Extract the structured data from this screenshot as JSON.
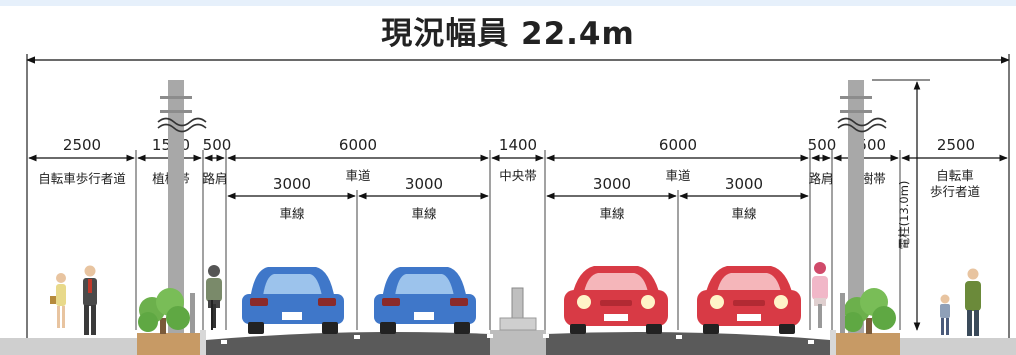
{
  "title": "現況幅員 22.4m",
  "dimensions": {
    "sidewalk_left": "2500",
    "planting_left": "1500",
    "shoulder_left": "500",
    "carriageway_left": "6000",
    "median": "1400",
    "carriageway_right": "6000",
    "shoulder_right": "500",
    "planting_right": "1500",
    "sidewalk_right": "2500",
    "lane_1": "3000",
    "lane_2": "3000",
    "lane_3": "3000",
    "lane_4": "3000"
  },
  "labels": {
    "sidewalk_left": "自転車歩行者道",
    "planting_left": "植樹帯",
    "shoulder_left": "路肩",
    "roadway_left": "車道",
    "median": "中央帯",
    "roadway_right": "車道",
    "shoulder_right": "路肩",
    "planting_right": "植樹帯",
    "sidewalk_right_line1": "自転車",
    "sidewalk_right_line2": "歩行者道",
    "lane_1": "車線",
    "lane_2": "車線",
    "lane_3": "車線",
    "lane_4": "車線",
    "pole_height": "電柱(13.0m)"
  },
  "colors": {
    "blue_car": "#3f77c9",
    "red_car": "#d83a45",
    "tree": "#6cb04c",
    "pole": "#a8a8a8",
    "road": "#555555"
  }
}
